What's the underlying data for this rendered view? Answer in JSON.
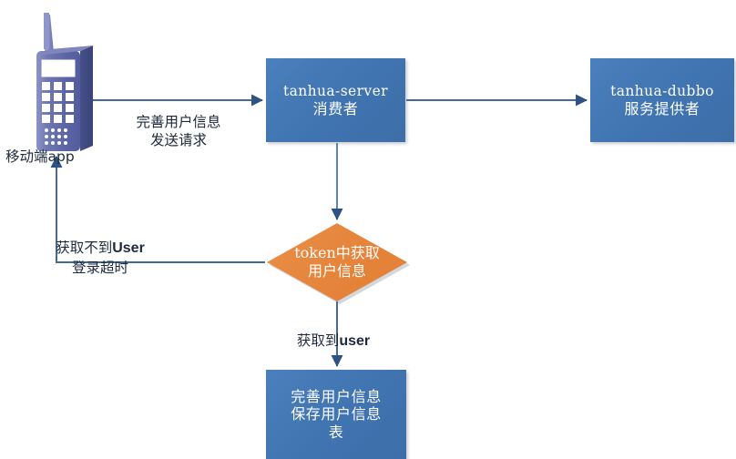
{
  "diagram": {
    "title": "tanhua user-info flow",
    "colors": {
      "node_blue": "#4074b0",
      "decision_orange": "#e5833a",
      "connector": "#41699c",
      "node_text": "#ffffff",
      "label_text": "#1d2a3d",
      "background": "#ffffff"
    },
    "nodes": {
      "mobile_app": {
        "icon": "mobile-phone-icon",
        "label": "移动端app"
      },
      "server": {
        "line1": "tanhua-server",
        "line2": "消费者"
      },
      "dubbo": {
        "line1": "tanhua-dubbo",
        "line2": "服务提供者"
      },
      "decision": {
        "line1": "token中获取",
        "line2": "用户信息"
      },
      "save": {
        "line1": "完善用户信息",
        "line2": "保存用户信息",
        "line3": "表"
      }
    },
    "edges": {
      "app_to_server": {
        "line1": "完善用户信息",
        "line2": "发送请求"
      },
      "decision_to_app": {
        "line1_cn": "获取不到",
        "line1_en": "User",
        "line2": "登录超时"
      },
      "decision_to_save": {
        "text_cn": "获取到",
        "text_en": "user"
      },
      "server_to_dubbo": {
        "label": ""
      }
    }
  }
}
